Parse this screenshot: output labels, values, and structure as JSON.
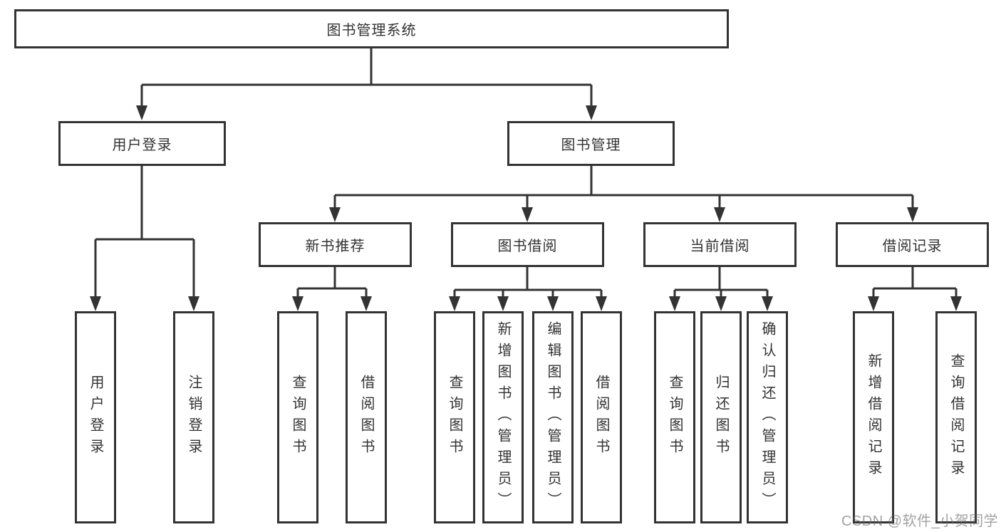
{
  "colors": {
    "line": "#333333",
    "box_border": "#333333",
    "box_background": "#ffffff",
    "text": "#333333",
    "watermark_gray": "#9e9e9e"
  },
  "watermark": {
    "text": "CSDN @软件_小贺同学"
  },
  "nodes": {
    "root": {
      "label": "图书管理系统"
    },
    "user_login": {
      "label": "用户登录",
      "children": [
        "用户登录",
        "注销登录"
      ]
    },
    "book_mgmt": {
      "label": "图书管理"
    },
    "new_book": {
      "label": "新书推荐",
      "children": [
        "查询图书",
        "借阅图书"
      ]
    },
    "book_borrow": {
      "label": "图书借阅",
      "children": [
        "查询图书",
        "新增图书（管理员）",
        "编辑图书（管理员）",
        "借阅图书"
      ]
    },
    "current_borrow": {
      "label": "当前借阅",
      "children": [
        "查询图书",
        "归还图书",
        "确认归还（管理员）"
      ]
    },
    "borrow_records": {
      "label": "借阅记录",
      "children": [
        "新增借阅记录",
        "查询借阅记录"
      ]
    }
  }
}
